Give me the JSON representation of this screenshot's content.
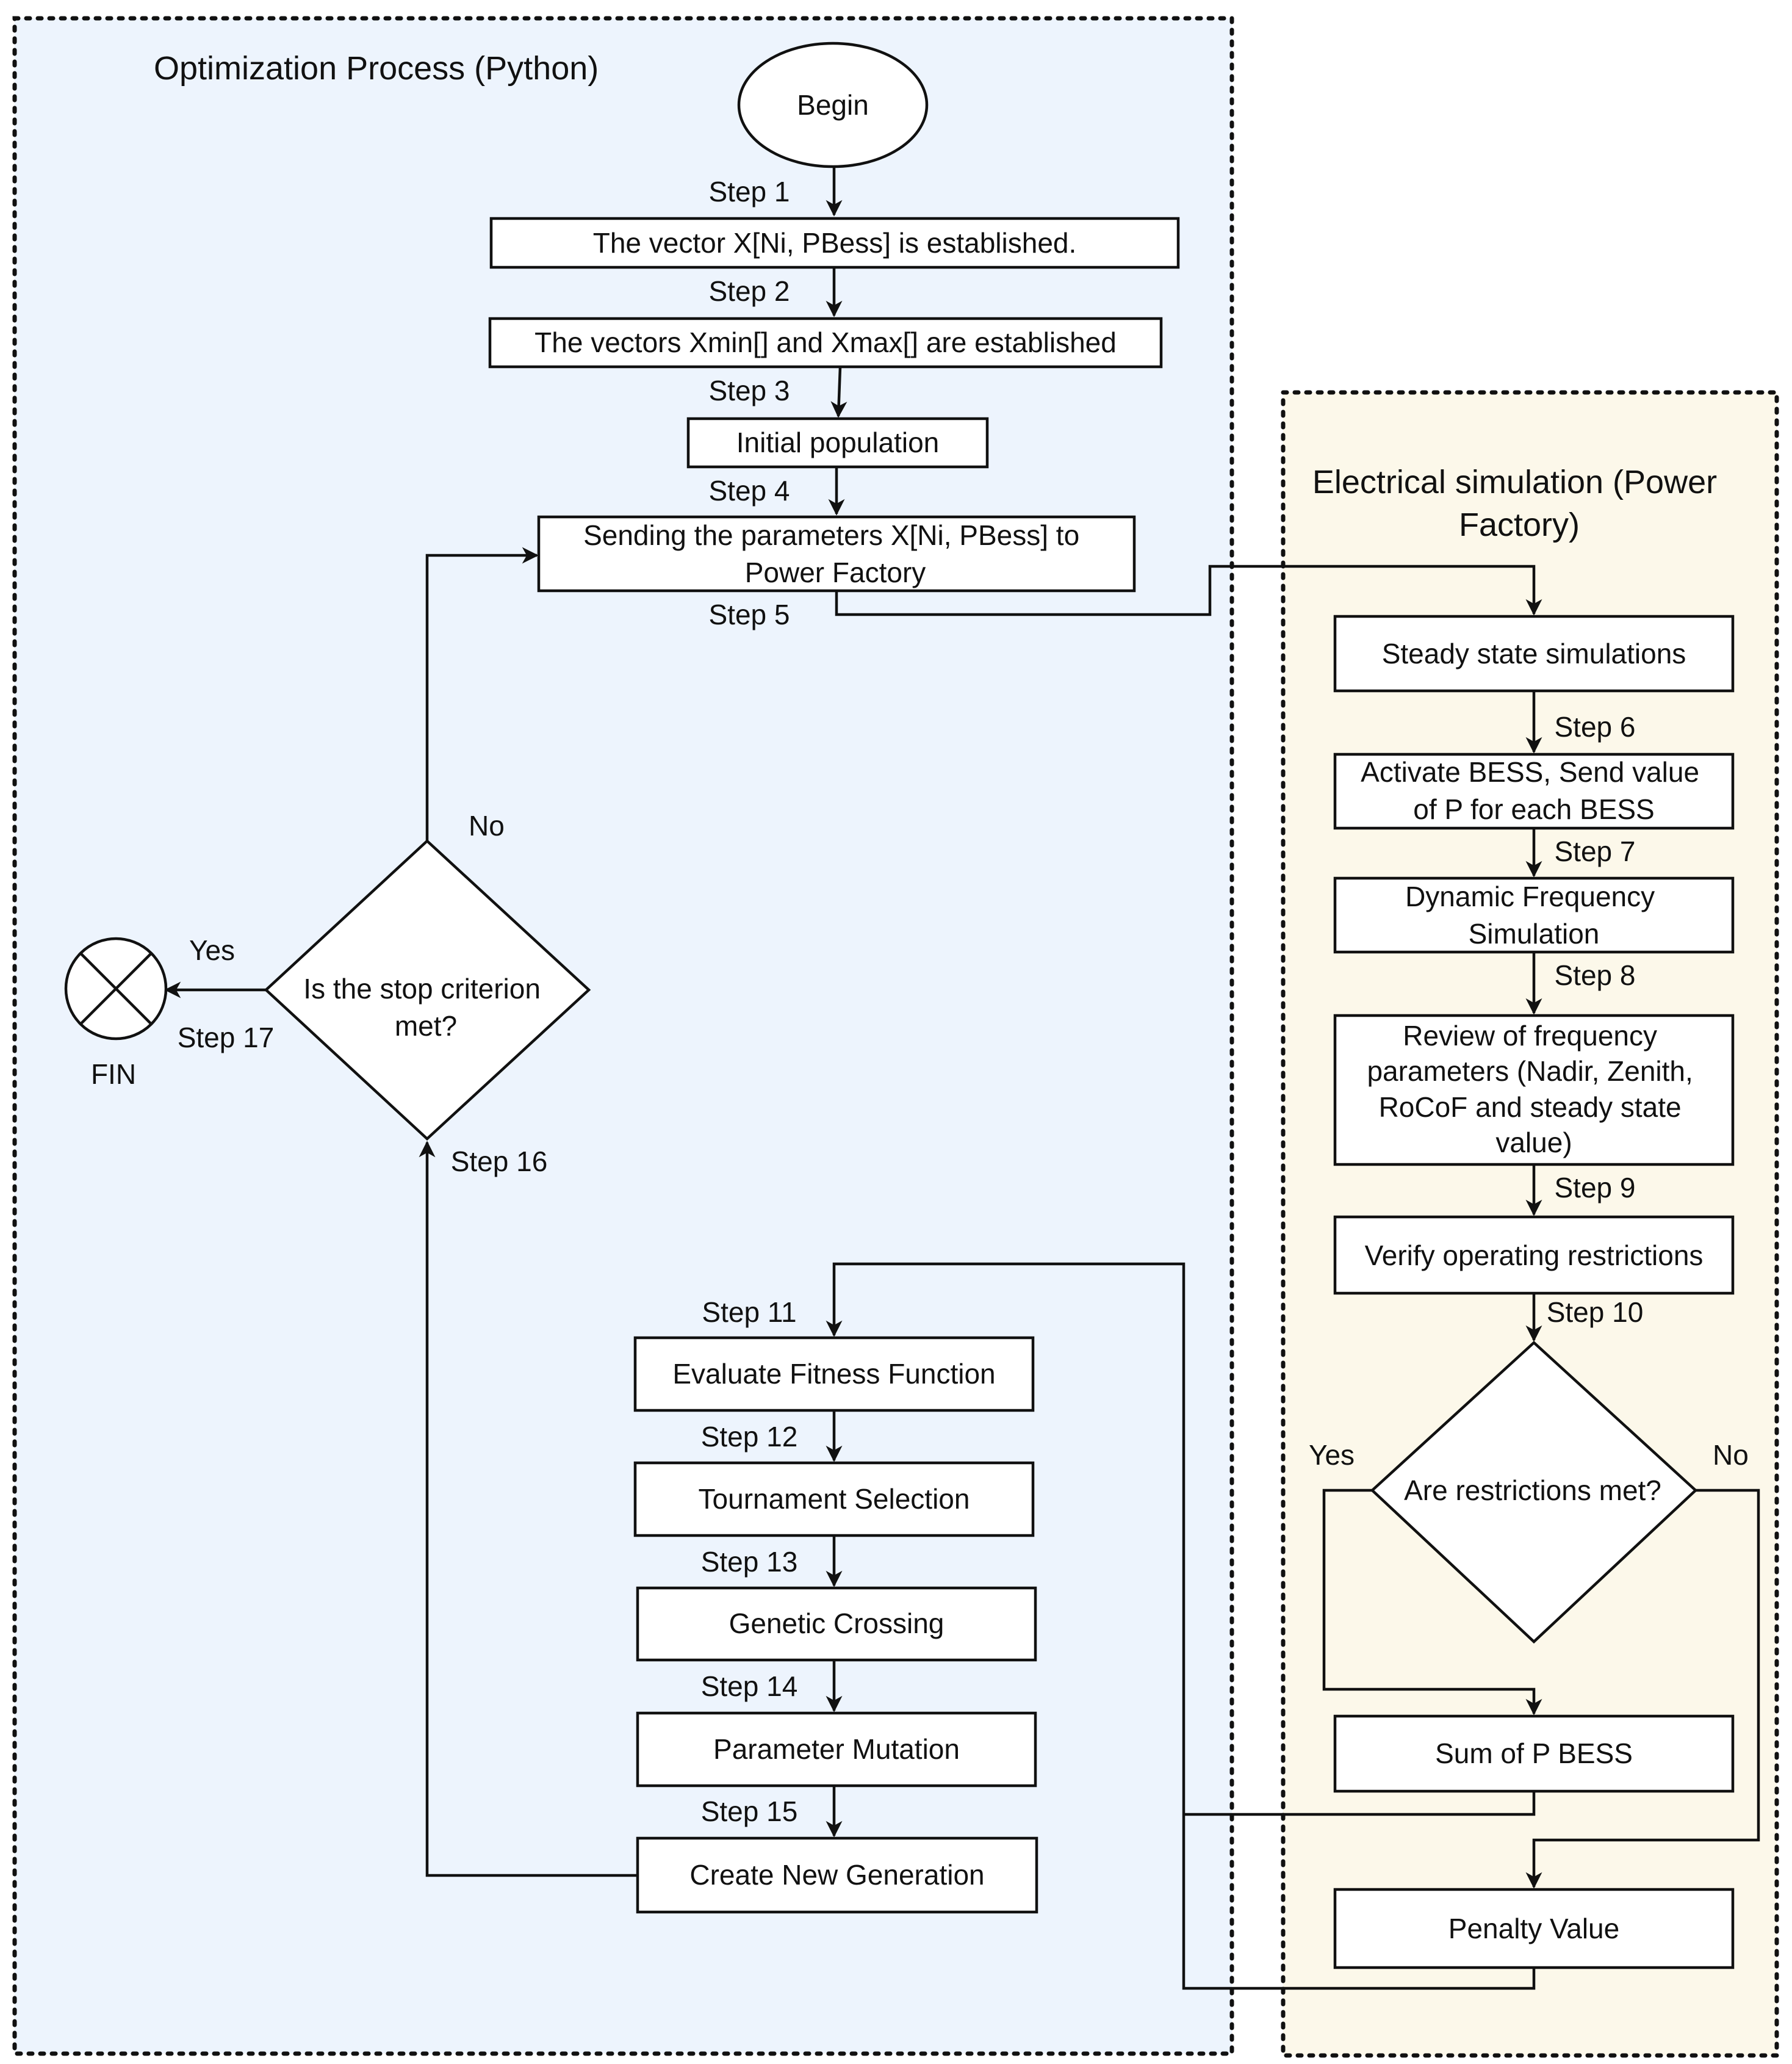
{
  "regions": {
    "python": {
      "title": "Optimization Process (Python)"
    },
    "powerfactory": {
      "title_lines": [
        "Electrical simulation (Power",
        "Factory)"
      ]
    }
  },
  "nodes": {
    "begin": {
      "label": "Begin"
    },
    "vector_x": {
      "label": "The vector X[Ni, PBess] is established."
    },
    "xmin_xmax": {
      "label": "The vectors Xmin[] and Xmax[] are established"
    },
    "initial_population": {
      "label": "Initial population"
    },
    "send_params": {
      "lines": [
        "Sending the parameters X[Ni, PBess] to",
        "Power Factory"
      ]
    },
    "steady_state": {
      "label": "Steady state simulations"
    },
    "activate_bess": {
      "lines": [
        "Activate BESS, Send value",
        "of P for each BESS"
      ]
    },
    "dynamic_freq": {
      "lines": [
        "Dynamic Frequency",
        "Simulation"
      ]
    },
    "review_freq": {
      "lines": [
        "Review of frequency",
        "parameters (Nadir, Zenith,",
        "RoCoF and steady state",
        "value)"
      ]
    },
    "verify_restrictions": {
      "label": "Verify operating restrictions"
    },
    "restrictions_met": {
      "label": "Are restrictions met?",
      "yes": "Yes",
      "no": "No"
    },
    "sum_p_bess": {
      "label": "Sum of P BESS"
    },
    "penalty": {
      "label": "Penalty Value"
    },
    "fitness": {
      "label": "Evaluate Fitness Function"
    },
    "tournament": {
      "label": "Tournament Selection"
    },
    "crossing": {
      "label": "Genetic Crossing"
    },
    "mutation": {
      "label": "Parameter Mutation"
    },
    "new_generation": {
      "label": "Create New Generation"
    },
    "stop_criterion": {
      "lines": [
        "Is the stop criterion",
        "met?"
      ],
      "yes": "Yes",
      "no": "No"
    },
    "fin": {
      "label": "FIN"
    }
  },
  "steps": [
    "Step 1",
    "Step 2",
    "Step 3",
    "Step 4",
    "Step 5",
    "Step 6",
    "Step 7",
    "Step 8",
    "Step 9",
    "Step 10",
    "Step 11",
    "Step 12",
    "Step 13",
    "Step 14",
    "Step 15",
    "Step 16",
    "Step 17"
  ],
  "colors": {
    "python_region": "#edf4fd",
    "powerfactory_region": "#fcf8ea",
    "stroke": "#111111",
    "box_fill": "#ffffff"
  }
}
